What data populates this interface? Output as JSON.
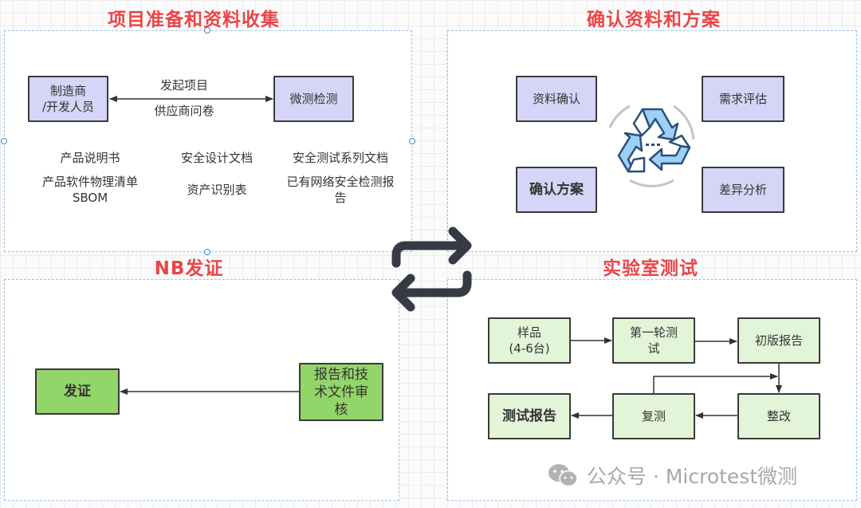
{
  "sections": {
    "prep": {
      "title": "项目准备和资料收集",
      "manufacturer": "制造商\n/开发人员",
      "lab": "微测检测",
      "arrow_top": "发起项目",
      "arrow_bottom": "供应商问卷",
      "docs": [
        "产品说明书",
        "安全设计文档",
        "安全测试系列文档",
        "产品软件物理清单\nSBOM",
        "资产识别表",
        "已有网络安全检测报\n告"
      ]
    },
    "confirm": {
      "title": "确认资料和方案",
      "items": [
        "资料确认",
        "需求评估",
        "确认方案",
        "差异分析"
      ],
      "center_icon": "recycle-icon"
    },
    "nb": {
      "title": "NB发证",
      "review": "报告和技\n术文件审\n核",
      "certify": "发证"
    },
    "lab_test": {
      "title": "实验室测试",
      "steps": [
        "样品\n(4-6台)",
        "第一轮测\n试",
        "初版报告",
        "整改",
        "复测",
        "测试报告"
      ]
    }
  },
  "center_icon": "swap-arrows-icon",
  "watermark": {
    "icon": "wechat-icon",
    "text": "公众号 · Microtest微测"
  },
  "colors": {
    "title": "#e8474a",
    "purple_box": "#d5d5f7",
    "light_green_box": "#e3f5d8",
    "green_box": "#92d568",
    "icon_blue": "#9dd0f7",
    "icon_stroke": "#2b4f7e"
  }
}
